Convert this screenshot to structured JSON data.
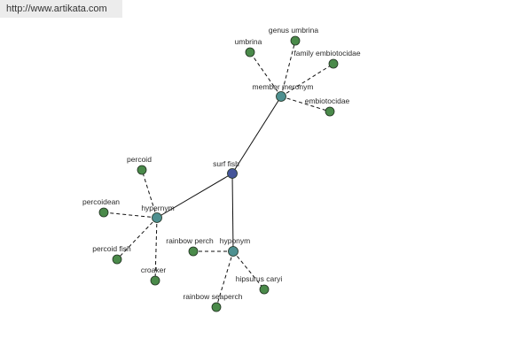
{
  "source_url": "http://www.artikata.com",
  "colors": {
    "center_node": "#45559a",
    "relation_node": "#4e9090",
    "leaf_node": "#4a8a4a",
    "edge": "#111111",
    "label": "#2a2a2a"
  },
  "nodes": [
    {
      "id": "surf-fish",
      "label": "surf fish",
      "kind": "center"
    },
    {
      "id": "member-meronym",
      "label": "member meronym",
      "kind": "relation"
    },
    {
      "id": "hypernym",
      "label": "hypernym",
      "kind": "relation"
    },
    {
      "id": "hyponym",
      "label": "hyponym",
      "kind": "relation"
    },
    {
      "id": "umbrina",
      "label": "umbrina",
      "kind": "leaf"
    },
    {
      "id": "genus-umbrina",
      "label": "genus umbrina",
      "kind": "leaf"
    },
    {
      "id": "family-embiotocidae",
      "label": "family embiotocidae",
      "kind": "leaf"
    },
    {
      "id": "embiotocidae",
      "label": "embiotocidae",
      "kind": "leaf"
    },
    {
      "id": "percoid",
      "label": "percoid",
      "kind": "leaf"
    },
    {
      "id": "percoidean",
      "label": "percoidean",
      "kind": "leaf"
    },
    {
      "id": "percoid-fish",
      "label": "percoid fish",
      "kind": "leaf"
    },
    {
      "id": "croaker",
      "label": "croaker",
      "kind": "leaf"
    },
    {
      "id": "rainbow-perch",
      "label": "rainbow perch",
      "kind": "leaf"
    },
    {
      "id": "hipsurus-caryi",
      "label": "hipsurus caryi",
      "kind": "leaf"
    },
    {
      "id": "rainbow-seaperch",
      "label": "rainbow seaperch",
      "kind": "leaf"
    }
  ],
  "edges": [
    {
      "from": "surf-fish",
      "to": "member-meronym",
      "style": "solid"
    },
    {
      "from": "surf-fish",
      "to": "hypernym",
      "style": "solid"
    },
    {
      "from": "surf-fish",
      "to": "hyponym",
      "style": "solid"
    },
    {
      "from": "member-meronym",
      "to": "umbrina",
      "style": "dashed"
    },
    {
      "from": "member-meronym",
      "to": "genus-umbrina",
      "style": "dashed"
    },
    {
      "from": "member-meronym",
      "to": "family-embiotocidae",
      "style": "dashed"
    },
    {
      "from": "member-meronym",
      "to": "embiotocidae",
      "style": "dashed"
    },
    {
      "from": "hypernym",
      "to": "percoid",
      "style": "dashed"
    },
    {
      "from": "hypernym",
      "to": "percoidean",
      "style": "dashed"
    },
    {
      "from": "hypernym",
      "to": "percoid-fish",
      "style": "dashed"
    },
    {
      "from": "hypernym",
      "to": "croaker",
      "style": "dashed"
    },
    {
      "from": "hyponym",
      "to": "rainbow-perch",
      "style": "dashed"
    },
    {
      "from": "hyponym",
      "to": "hipsurus-caryi",
      "style": "dashed"
    },
    {
      "from": "hyponym",
      "to": "rainbow-seaperch",
      "style": "dashed"
    }
  ]
}
